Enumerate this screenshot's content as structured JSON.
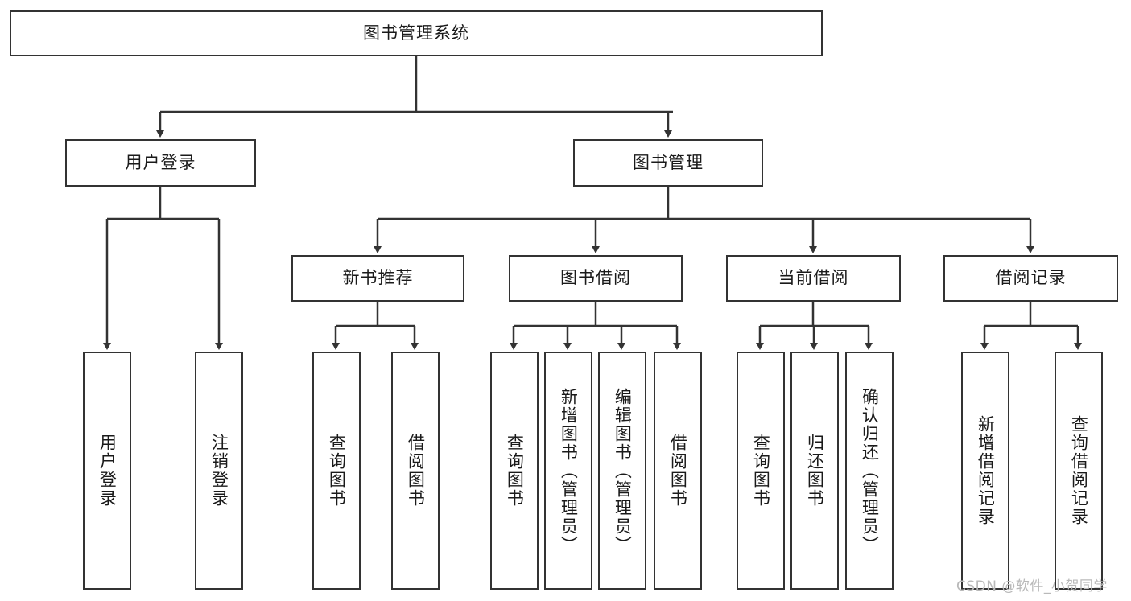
{
  "diagram": {
    "title": "图书管理系统",
    "watermark": "CSDN @软件_小贺同学",
    "nodes": {
      "root": "图书管理系统",
      "user_login": "用户登录",
      "book_manage": "图书管理",
      "new_book_rec": "新书推荐",
      "book_borrow": "图书借阅",
      "current_borrow": "当前借阅",
      "borrow_record": "借阅记录",
      "leaf_user_login": "用户登录",
      "leaf_logout": "注销登录",
      "leaf_query_book_1": "查询图书",
      "leaf_borrow_book_1": "借阅图书",
      "leaf_query_book_2": "查询图书",
      "leaf_add_book_admin": "新增图书（管理员）",
      "leaf_edit_book_admin": "编辑图书（管理员）",
      "leaf_borrow_book_2": "借阅图书",
      "leaf_query_book_3": "查询图书",
      "leaf_return_book": "归还图书",
      "leaf_confirm_return_admin": "确认归还（管理员）",
      "leaf_add_borrow_record": "新增借阅记录",
      "leaf_query_borrow_record": "查询借阅记录"
    },
    "colors": {
      "stroke": "#333333",
      "fill": "#ffffff",
      "text": "#1a1a1a",
      "watermark": "#b9b9b9"
    }
  }
}
